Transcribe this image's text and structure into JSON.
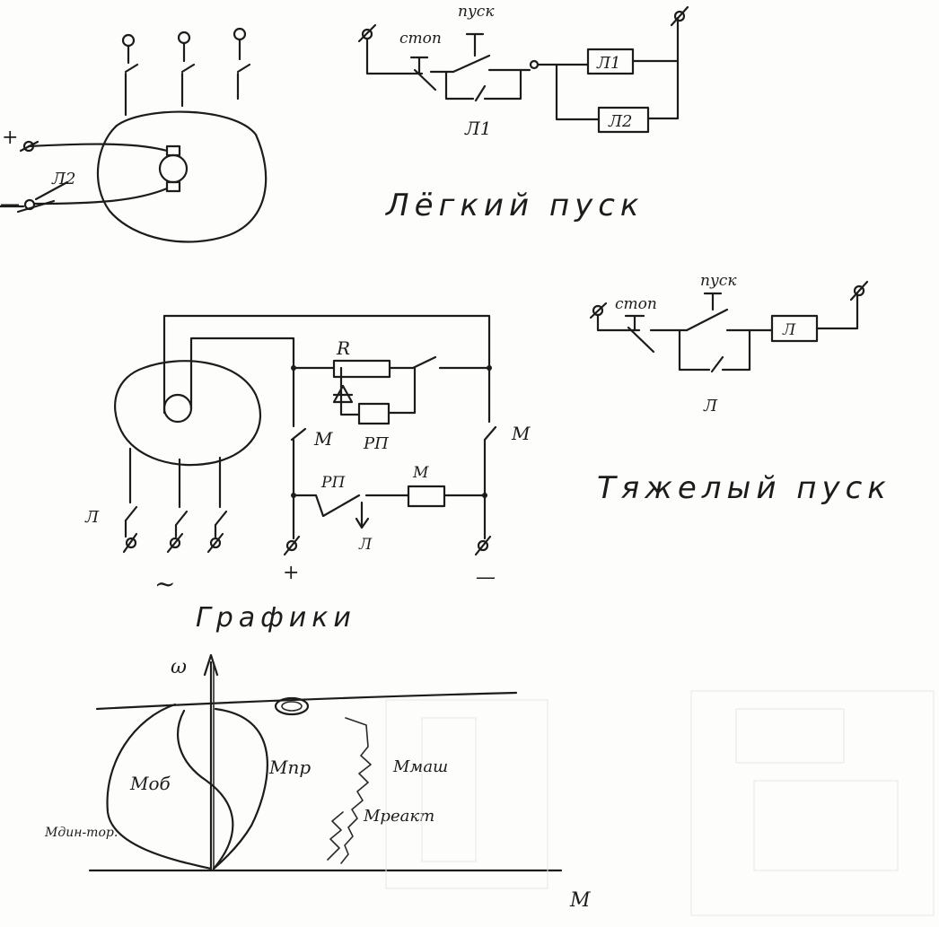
{
  "sections": {
    "light_start": {
      "title": "Лёгкий пуск"
    },
    "heavy_start": {
      "title": "Тяжелый пуск"
    },
    "graphs": {
      "title": "Графики"
    }
  },
  "labels": {
    "stop_top": "стоп",
    "start_top": "пуск",
    "stop_mid": "стоп",
    "start_mid": "пуск",
    "l1_coil": "Л1",
    "l2_coil": "Л2",
    "l1_contact": "Л1",
    "l2_motor": "Л2",
    "l_coil": "Л",
    "l_contact": "Л",
    "plus_left": "+",
    "minus_left": "—",
    "r_resistor": "R",
    "rp_relay": "РП",
    "rp_contact": "РП",
    "m_left": "М",
    "m_right": "М",
    "m_coil": "М",
    "l_bottom_contact": "Л",
    "l_phase_contacts": "Л",
    "ac_symbol": "~",
    "plus_bottom": "+",
    "minus_bottom": "—",
    "omega": "ω",
    "m_ob": "Mоб",
    "m_pr": "Mпр",
    "m_mash": "Mмаш",
    "m_reakt": "Mреакт",
    "m_din_tor": "Mдин-тор.",
    "m_axis": "M"
  }
}
